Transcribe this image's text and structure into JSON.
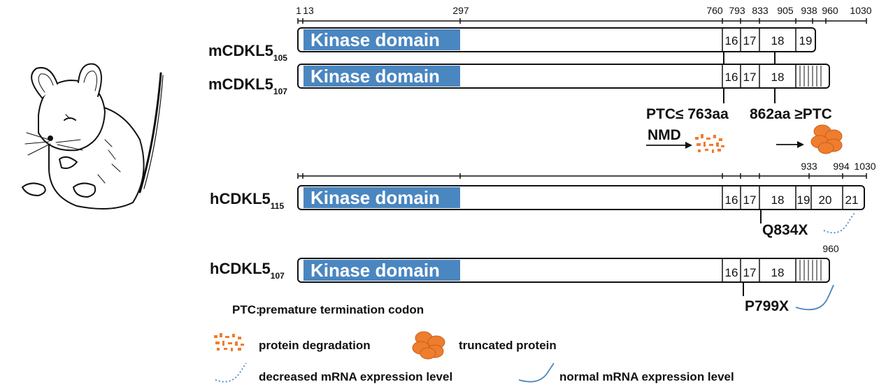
{
  "top_scale": {
    "ticks": [
      "1",
      "13",
      "297",
      "760",
      "793",
      "833",
      "905",
      "938",
      "960",
      "1030"
    ]
  },
  "human_scale": {
    "ticks": [
      "933",
      "994",
      "1030"
    ]
  },
  "kinase_label": "Kinase domain",
  "isoforms": {
    "m105": {
      "name": "mCDKL5",
      "sub": "105",
      "exons": [
        "16",
        "17",
        "18",
        "19"
      ]
    },
    "m107": {
      "name": "mCDKL5",
      "sub": "107",
      "exons": [
        "16",
        "17",
        "18"
      ]
    },
    "h115": {
      "name": "hCDKL5",
      "sub": "115",
      "exons": [
        "16",
        "17",
        "18",
        "19",
        "20",
        "21"
      ]
    },
    "h107": {
      "name": "hCDKL5",
      "sub": "107",
      "exons": [
        "16",
        "17",
        "18"
      ],
      "end_label": "960"
    }
  },
  "mouse_annotations": {
    "ptc_left": "PTC≤ 763aa",
    "ptc_right": "862aa ≥PTC",
    "nmd": "NMD"
  },
  "mutations": {
    "q834x": "Q834X",
    "p799x": "P799X"
  },
  "legend": {
    "ptc_abbr": "PTC:",
    "ptc_def": "premature termination codon",
    "degradation": "protein degradation",
    "truncated": "truncated protein",
    "decreased": "decreased mRNA expression level",
    "normal": "normal mRNA expression level"
  },
  "colors": {
    "kinase": "#4a86c0",
    "protein": "#ee7d2e",
    "mrna": "#4a86c0",
    "outline": "#111111"
  },
  "icons": [
    "mouse-illustration",
    "protein-degradation-icon",
    "truncated-protein-icon",
    "decreased-mrna-icon",
    "normal-mrna-icon"
  ]
}
